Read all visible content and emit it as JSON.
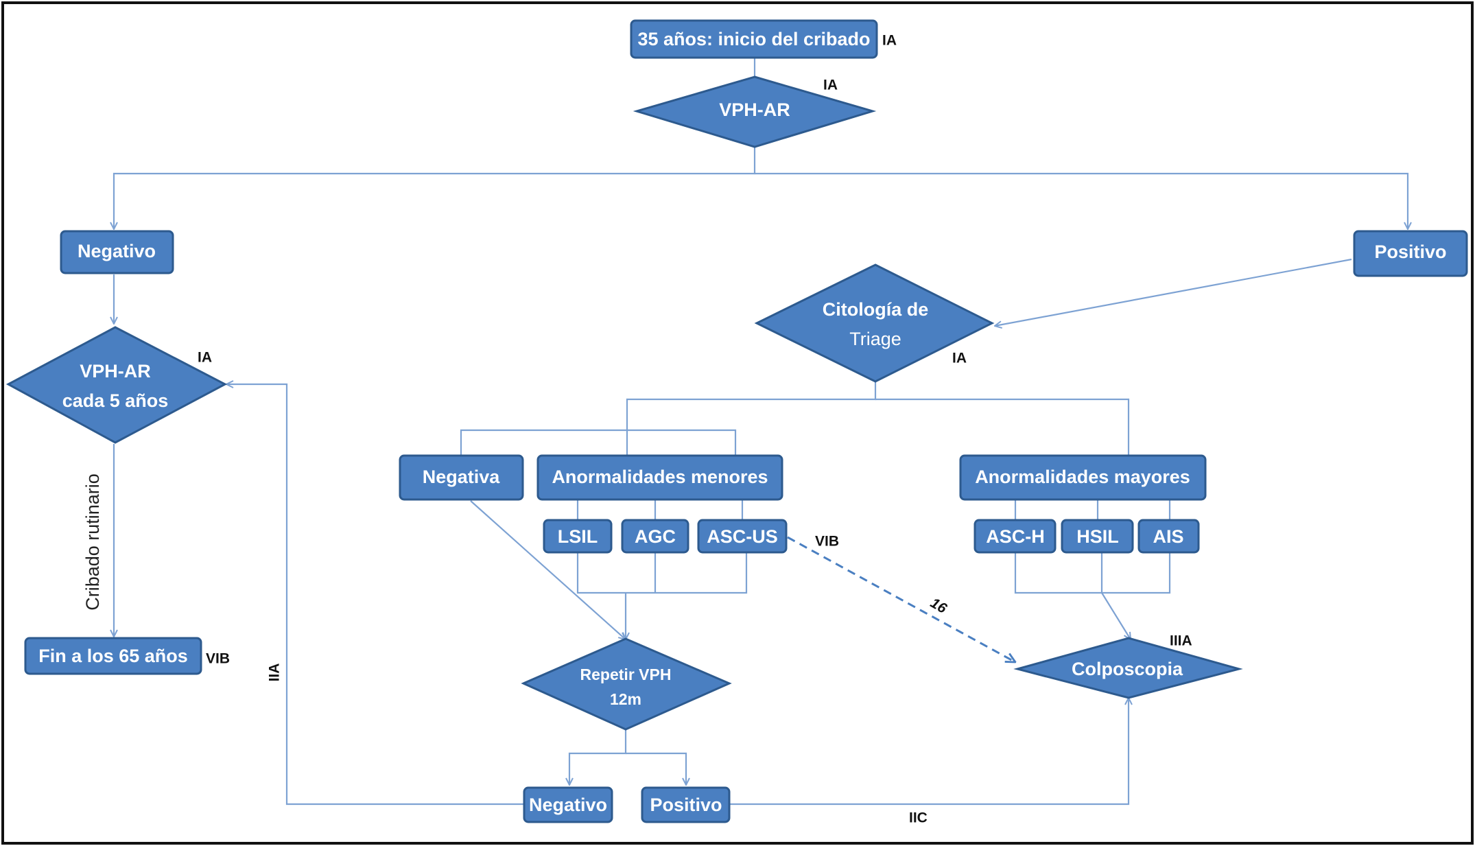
{
  "nodes": {
    "start": "35 años: inicio del cribado",
    "vph_ar": "VPH-AR",
    "negativo": "Negativo",
    "positivo": "Positivo",
    "vph_cada5_line1": "VPH-AR",
    "vph_cada5_line2": "cada 5 años",
    "citologia_line1": "Citología de",
    "citologia_line2": "Triage",
    "negativa": "Negativa",
    "anormalidades_menores": "Anormalidades menores",
    "anormalidades_mayores": "Anormalidades mayores",
    "lsil": "LSIL",
    "agc": "AGC",
    "ascus": "ASC-US",
    "asch": "ASC-H",
    "hsil": "HSIL",
    "ais": "AIS",
    "fin": "Fin a los 65 años",
    "repetir_line1": "Repetir VPH",
    "repetir_line2": "12m",
    "colposcopia": "Colposcopia",
    "negativo_final": "Negativo",
    "positivo_final": "Positivo"
  },
  "labels": {
    "ev_start": "IA",
    "ev_vph": "IA",
    "ev_vph_cada5": "IA",
    "ev_citologia": "IA",
    "ev_ascus": "VIB",
    "ev_fin": "VIB",
    "ev_colpo": "IIIA",
    "ev_return": "IIA",
    "ev_positivo_colpo": "IIC",
    "ref_16": "16",
    "cribado_rutinario": "Cribado rutinario"
  },
  "colors": {
    "box_fill": "#4a7fc1",
    "box_border": "#2d5a8e",
    "connector": "#7da2d3",
    "text": "#ffffff"
  }
}
